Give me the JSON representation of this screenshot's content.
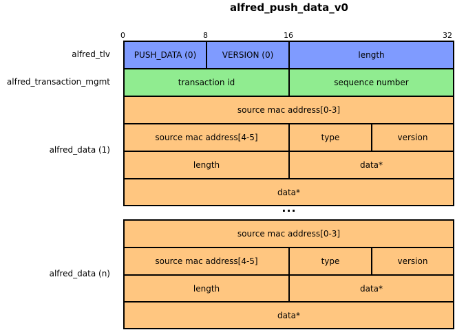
{
  "title": "alfred_push_data_v0",
  "ruler": [
    "0",
    "8",
    "16",
    "32"
  ],
  "rows": {
    "tlv": "alfred_tlv",
    "mgmt": "alfred_transaction_mgmt",
    "data1": "alfred_data (1)",
    "datan": "alfred_data (n)"
  },
  "tlv_fields": {
    "type": "PUSH_DATA (0)",
    "version": "VERSION (0)",
    "length": "length"
  },
  "mgmt_fields": {
    "transaction_id": "transaction id",
    "sequence_number": "sequence number"
  },
  "data_block": {
    "mac_0_3": "source mac address[0-3]",
    "mac_4_5": "source mac address[4-5]",
    "type": "type",
    "version": "version",
    "length": "length",
    "data_partial": "data*",
    "data_full": "data*"
  },
  "ellipsis": "...",
  "colors": {
    "tlv": "#7f9bff",
    "mgmt": "#90ec90",
    "data": "#ffc680"
  }
}
